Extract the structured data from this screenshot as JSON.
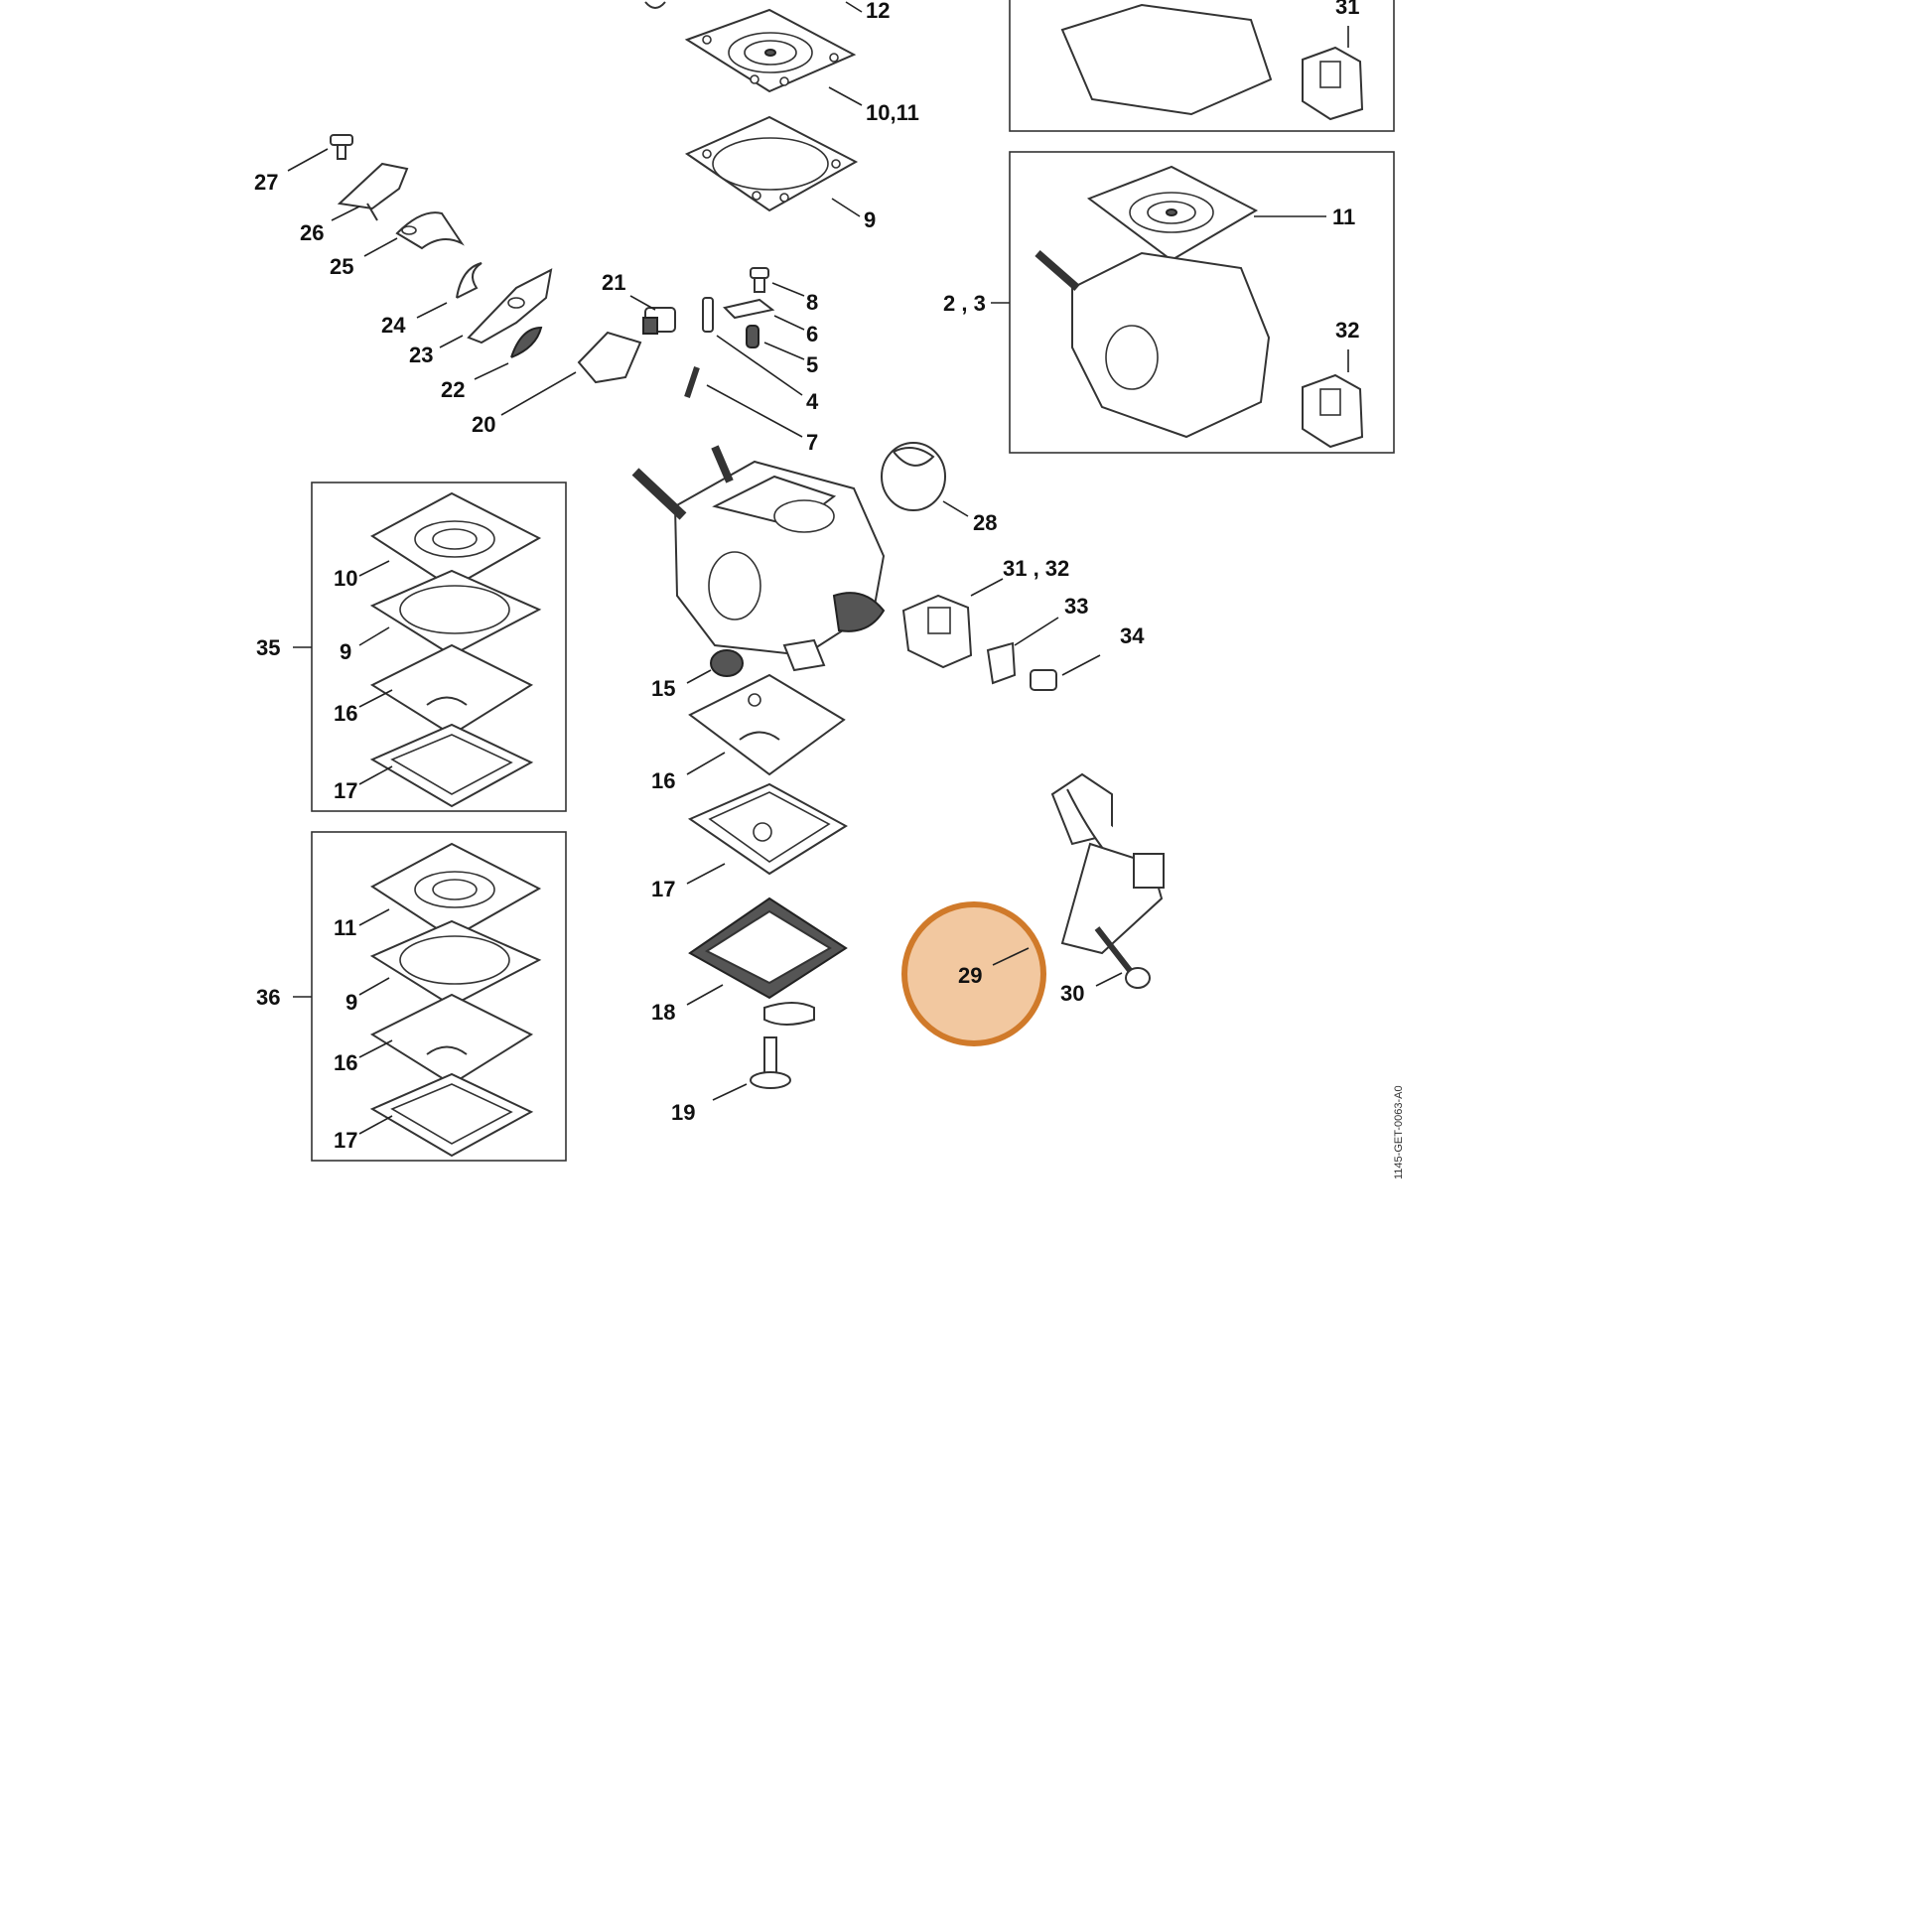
{
  "drawing_code": "1145-GET-0063-A0",
  "highlight": {
    "label": "29",
    "fill": "#f2c8a0",
    "stroke": "#d07a2a"
  },
  "callouts": {
    "c12": "12",
    "c10_11": "10,11",
    "c9_top": "9",
    "c27": "27",
    "c26": "26",
    "c25": "25",
    "c24": "24",
    "c23": "23",
    "c22": "22",
    "c21": "21",
    "c20": "20",
    "c8": "8",
    "c6": "6",
    "c5": "5",
    "c4": "4",
    "c7": "7",
    "c31_top": "31",
    "c11_box": "11",
    "c2_3": "2 , 3",
    "c32_box": "32",
    "c28": "28",
    "c31_32": "31 , 32",
    "c33": "33",
    "c34": "34",
    "c15": "15",
    "c16_mid": "16",
    "c17_mid": "17",
    "c18": "18",
    "c19": "19",
    "c30": "30",
    "c35": "35",
    "c10_k35": "10",
    "c9_k35": "9",
    "c16_k35": "16",
    "c17_k35": "17",
    "c36": "36",
    "c11_k36": "11",
    "c9_k36": "9",
    "c16_k36": "16",
    "c17_k36": "17"
  }
}
